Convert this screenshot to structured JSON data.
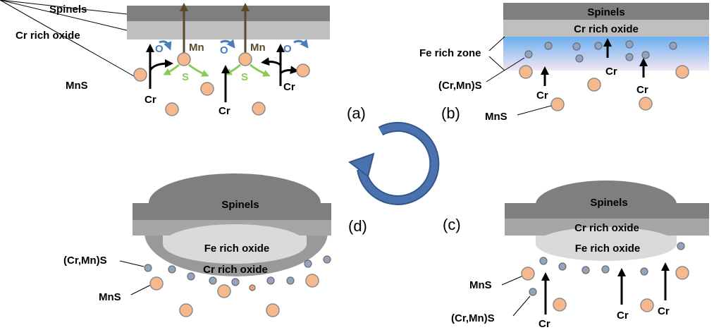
{
  "colors": {
    "spinel": "#7f7f7f",
    "cr_oxide": "#bfbfbf",
    "fe_oxide": "#dadada",
    "mns": "#f6b98d",
    "crmns": "#93a4c0",
    "oxygen": "#4a7ebb",
    "sulfur": "#8bcb55",
    "mn_arrow": "#5a4a2a",
    "cycle": "#4a72b0"
  },
  "panel_a": {
    "label": "(a)",
    "spinels": "Spinels",
    "cr_rich_oxide": "Cr rich oxide",
    "mns": "MnS",
    "cr": "Cr",
    "mn": "Mn",
    "o": "O",
    "s": "S"
  },
  "panel_b": {
    "label": "(b)",
    "spinels": "Spinels",
    "cr_rich_oxide": "Cr rich oxide",
    "fe_rich_zone": "Fe rich zone",
    "crmn_s": "(Cr,Mn)S",
    "cr": "Cr",
    "mns": "MnS"
  },
  "panel_c": {
    "label": "(c)",
    "spinels": "Spinels",
    "cr_rich_oxide": "Cr rich oxide",
    "fe_rich_oxide": "Fe rich oxide",
    "mns": "MnS",
    "crmn_s": "(Cr,Mn)S",
    "cr": "Cr"
  },
  "panel_d": {
    "label": "(d)",
    "spinels": "Spinels",
    "fe_rich_oxide": "Fe rich oxide",
    "cr_rich_oxide": "Cr rich oxide",
    "crmn_s": "(Cr,Mn)S",
    "mns": "MnS"
  }
}
